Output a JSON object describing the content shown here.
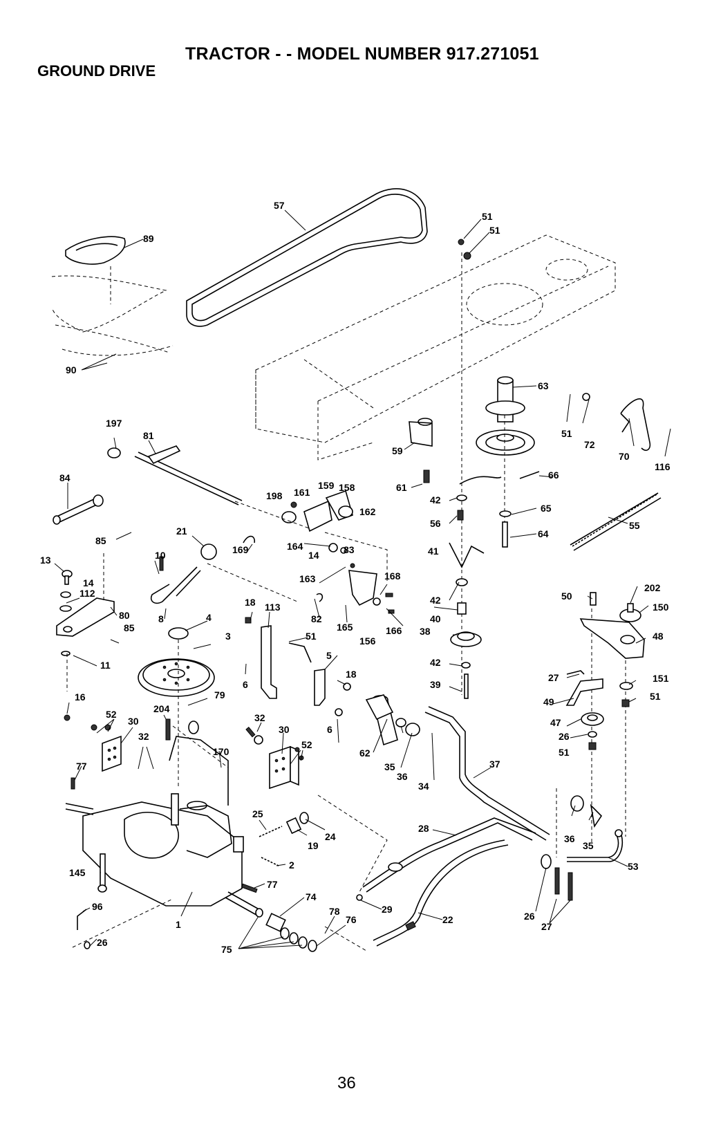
{
  "title": "TRACTOR - - MODEL NUMBER 917.271051",
  "section": "GROUND DRIVE",
  "page_number": "36",
  "callouts": [
    {
      "id": "c57",
      "text": "57"
    },
    {
      "id": "c51a",
      "text": "51"
    },
    {
      "id": "c51b",
      "text": "51"
    },
    {
      "id": "c89",
      "text": "89"
    },
    {
      "id": "c90",
      "text": "90"
    },
    {
      "id": "c63",
      "text": "63"
    },
    {
      "id": "c51c",
      "text": "51"
    },
    {
      "id": "c72",
      "text": "72"
    },
    {
      "id": "c70",
      "text": "70"
    },
    {
      "id": "c116",
      "text": "116"
    },
    {
      "id": "c197",
      "text": "197"
    },
    {
      "id": "c81",
      "text": "81"
    },
    {
      "id": "c59",
      "text": "59"
    },
    {
      "id": "c66",
      "text": "66"
    },
    {
      "id": "c84",
      "text": "84"
    },
    {
      "id": "c61",
      "text": "61"
    },
    {
      "id": "c159",
      "text": "159"
    },
    {
      "id": "c158",
      "text": "158"
    },
    {
      "id": "c198",
      "text": "198"
    },
    {
      "id": "c161",
      "text": "161"
    },
    {
      "id": "c42a",
      "text": "42"
    },
    {
      "id": "c65",
      "text": "65"
    },
    {
      "id": "c162",
      "text": "162"
    },
    {
      "id": "c56",
      "text": "56"
    },
    {
      "id": "c55",
      "text": "55"
    },
    {
      "id": "c64",
      "text": "64"
    },
    {
      "id": "c85a",
      "text": "85"
    },
    {
      "id": "c21",
      "text": "21"
    },
    {
      "id": "c169",
      "text": "169"
    },
    {
      "id": "c164",
      "text": "164"
    },
    {
      "id": "c83",
      "text": "83"
    },
    {
      "id": "c41",
      "text": "41"
    },
    {
      "id": "c13",
      "text": "13"
    },
    {
      "id": "c14a",
      "text": "14"
    },
    {
      "id": "c10",
      "text": "10"
    },
    {
      "id": "c14b",
      "text": "14"
    },
    {
      "id": "c163",
      "text": "163"
    },
    {
      "id": "c168",
      "text": "168"
    },
    {
      "id": "c202",
      "text": "202"
    },
    {
      "id": "c112",
      "text": "112"
    },
    {
      "id": "c42b",
      "text": "42"
    },
    {
      "id": "c50",
      "text": "50"
    },
    {
      "id": "c150",
      "text": "150"
    },
    {
      "id": "c18a",
      "text": "18"
    },
    {
      "id": "c113",
      "text": "113"
    },
    {
      "id": "c80",
      "text": "80"
    },
    {
      "id": "c8",
      "text": "8"
    },
    {
      "id": "c4",
      "text": "4"
    },
    {
      "id": "c82",
      "text": "82"
    },
    {
      "id": "c40",
      "text": "40"
    },
    {
      "id": "c165",
      "text": "165"
    },
    {
      "id": "c166",
      "text": "166"
    },
    {
      "id": "c85b",
      "text": "85"
    },
    {
      "id": "c3",
      "text": "3"
    },
    {
      "id": "c51d",
      "text": "51"
    },
    {
      "id": "c156",
      "text": "156"
    },
    {
      "id": "c38",
      "text": "38"
    },
    {
      "id": "c48",
      "text": "48"
    },
    {
      "id": "c5",
      "text": "5"
    },
    {
      "id": "c11",
      "text": "11"
    },
    {
      "id": "c42c",
      "text": "42"
    },
    {
      "id": "c18b",
      "text": "18"
    },
    {
      "id": "c27a",
      "text": "27"
    },
    {
      "id": "c151",
      "text": "151"
    },
    {
      "id": "c6a",
      "text": "6"
    },
    {
      "id": "c39",
      "text": "39"
    },
    {
      "id": "c16",
      "text": "16"
    },
    {
      "id": "c79",
      "text": "79"
    },
    {
      "id": "c49",
      "text": "49"
    },
    {
      "id": "c51e",
      "text": "51"
    },
    {
      "id": "c204",
      "text": "204"
    },
    {
      "id": "c52a",
      "text": "52"
    },
    {
      "id": "c30a",
      "text": "30"
    },
    {
      "id": "c47",
      "text": "47"
    },
    {
      "id": "c32a",
      "text": "32"
    },
    {
      "id": "c6b",
      "text": "6"
    },
    {
      "id": "c32b",
      "text": "32"
    },
    {
      "id": "c30b",
      "text": "30"
    },
    {
      "id": "c26a",
      "text": "26"
    },
    {
      "id": "c62",
      "text": "62"
    },
    {
      "id": "c52b",
      "text": "52"
    },
    {
      "id": "c170",
      "text": "170"
    },
    {
      "id": "c51f",
      "text": "51"
    },
    {
      "id": "c35a",
      "text": "35"
    },
    {
      "id": "c77a",
      "text": "77"
    },
    {
      "id": "c36a",
      "text": "36"
    },
    {
      "id": "c37",
      "text": "37"
    },
    {
      "id": "c34",
      "text": "34"
    },
    {
      "id": "c25",
      "text": "25"
    },
    {
      "id": "c28",
      "text": "28"
    },
    {
      "id": "c36b",
      "text": "36"
    },
    {
      "id": "c35b",
      "text": "35"
    },
    {
      "id": "c24",
      "text": "24"
    },
    {
      "id": "c19",
      "text": "19"
    },
    {
      "id": "c53",
      "text": "53"
    },
    {
      "id": "c2",
      "text": "2"
    },
    {
      "id": "c145",
      "text": "145"
    },
    {
      "id": "c77b",
      "text": "77"
    },
    {
      "id": "c74",
      "text": "74"
    },
    {
      "id": "c29",
      "text": "29"
    },
    {
      "id": "c96",
      "text": "96"
    },
    {
      "id": "c78",
      "text": "78"
    },
    {
      "id": "c76",
      "text": "76"
    },
    {
      "id": "c22",
      "text": "22"
    },
    {
      "id": "c26b",
      "text": "26"
    },
    {
      "id": "c27b",
      "text": "27"
    },
    {
      "id": "c1",
      "text": "1"
    },
    {
      "id": "c26c",
      "text": "26"
    },
    {
      "id": "c75",
      "text": "75"
    }
  ]
}
